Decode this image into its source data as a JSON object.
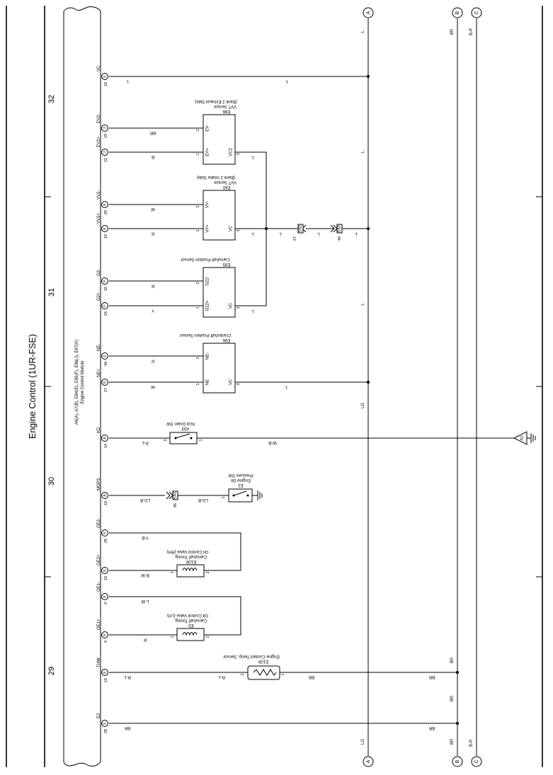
{
  "title": "Engine Control (1UR-FSE)",
  "page_numbers": [
    "29",
    "30",
    "31",
    "32"
  ],
  "ecu": {
    "codes": "A6(A), A7(B), E84(E), E85(F), E86(J), E87(K)",
    "name": "Engine Control Module"
  },
  "buses": {
    "A": {
      "label": "A",
      "wire_top": "L",
      "wire_middle": "L",
      "wire_lower": "L",
      "wire_lg": "LG",
      "wire_bottom": "LG"
    },
    "B": {
      "label": "B",
      "wire": "BR"
    },
    "C": {
      "label": "C",
      "wire": "B-R"
    }
  },
  "pins": [
    {
      "name": "VC",
      "num": "18",
      "conn": "E"
    },
    {
      "name": "EV2-",
      "num": "29",
      "conn": "J"
    },
    {
      "name": "EV2+",
      "num": "22",
      "conn": "J"
    },
    {
      "name": "VV2-",
      "num": "29",
      "conn": "K"
    },
    {
      "name": "VV2+",
      "num": "19",
      "conn": "K"
    },
    {
      "name": "G2-",
      "num": "32",
      "conn": "F"
    },
    {
      "name": "G2+",
      "num": "24",
      "conn": "F"
    },
    {
      "name": "NE-",
      "num": "34",
      "conn": "E"
    },
    {
      "name": "NE+",
      "num": "27",
      "conn": "E"
    },
    {
      "name": "KD",
      "num": "14",
      "conn": "A"
    },
    {
      "name": "MOPS",
      "num": "16",
      "conn": "A"
    },
    {
      "name": "OE2-",
      "num": "28",
      "conn": "K"
    },
    {
      "name": "OE2+",
      "num": "18",
      "conn": "K"
    },
    {
      "name": "OE1-",
      "num": "3",
      "conn": "K"
    },
    {
      "name": "OE1+",
      "num": "4",
      "conn": "K"
    },
    {
      "name": "THW",
      "num": "19",
      "conn": "E"
    },
    {
      "name": "E2",
      "num": "28",
      "conn": "E"
    }
  ],
  "wires": {
    "vc_a": "L",
    "vc_b": "L",
    "ev2m": "BR",
    "ev2p": "B",
    "ev_vc": "L",
    "vv2m": "W",
    "vv2p": "R",
    "vv_vc": "L",
    "ea3_left": "L",
    "ea3_mid": "L",
    "ea3_right": "L",
    "g2m": "R",
    "g2p": "Y",
    "g2_vc": "L",
    "nem": "P",
    "nep": "W",
    "ne_vc": "L",
    "kd_a": "P-L",
    "kd_b": "W-B",
    "mops_a": "LG-B",
    "mops_b": "LG-B",
    "oe2m": "Y-B",
    "oe2p": "B-W",
    "oe1m": "L-W",
    "oe1p": "R",
    "thw_a": "R-L",
    "thw_b": "R-L",
    "thw_c": "BR",
    "thw_d": "BR",
    "thw_bus": "BR",
    "thw_bus2": "BR",
    "e2_a": "BR",
    "e2_b": "BR",
    "e2_bus": "BR"
  },
  "components": {
    "e66": {
      "code": "E66",
      "name": "VVT Sensor",
      "sub": "(Bank 2 Exhaust Side)",
      "pins": [
        "EV-",
        "EV+",
        "VC2"
      ],
      "nums": [
        "2",
        "1",
        "3"
      ]
    },
    "e60": {
      "code": "E60",
      "name": "VVT Sensor",
      "sub": "(Bank 2 Intake Side)",
      "pins": [
        "VV-",
        "VV+",
        "VC"
      ],
      "nums": [
        "2",
        "1",
        "3"
      ]
    },
    "e95": {
      "code": "E95",
      "name": "Camshaft Position Sensor",
      "pins": [
        "G22-",
        "G22+",
        "VC"
      ],
      "nums": [
        "2",
        "1",
        "3"
      ]
    },
    "e96": {
      "code": "E96",
      "name": "Crankshaft Position Sensor",
      "pins": [
        "NE-",
        "NE",
        "VC"
      ],
      "nums": [
        "2",
        "1",
        "3"
      ]
    },
    "a53": {
      "code": "A53",
      "name": "Kick Down SW",
      "nums": [
        "2",
        "1"
      ]
    },
    "e2": {
      "code": "E2",
      "name": "Engine Oil",
      "sub": "Pressure SW",
      "nums": [
        "1"
      ]
    },
    "e108": {
      "code": "E108",
      "name": "Camshaft Timing",
      "sub": "Oil Control Valve (RH)",
      "nums": [
        "1",
        "2"
      ]
    },
    "e5": {
      "code": "E5",
      "name": "Camshaft Timing",
      "sub": "Oil Control Valve (LH)",
      "nums": [
        "1",
        "2"
      ]
    },
    "e109": {
      "code": "E109",
      "name": "Engine Coolant Temp. Sensor",
      "nums": [
        "2",
        "1"
      ]
    }
  },
  "connectors": {
    "ea3_a": {
      "label": "EA3",
      "num": "27"
    },
    "ea3_b": {
      "label": "EA3",
      "num": "49"
    },
    "ea3_c": {
      "label": "EA3",
      "num": "96"
    }
  },
  "ground": {
    "label": "A2"
  }
}
